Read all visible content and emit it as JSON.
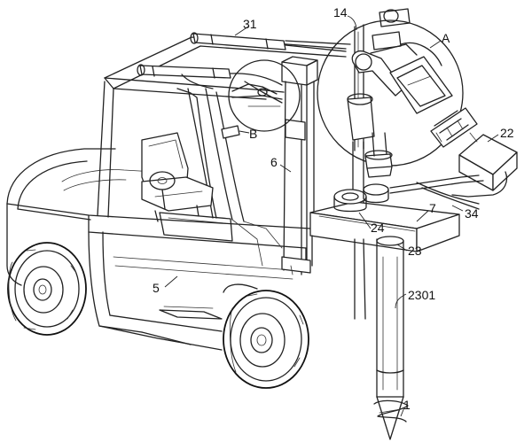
{
  "labels": {
    "n31": "31",
    "n14": "14",
    "A": "A",
    "B": "B",
    "n6": "6",
    "n22": "22",
    "n7": "7",
    "n34": "34",
    "n24": "24",
    "n23": "23",
    "n5": "5",
    "n2301": "2301",
    "n1": "1"
  }
}
